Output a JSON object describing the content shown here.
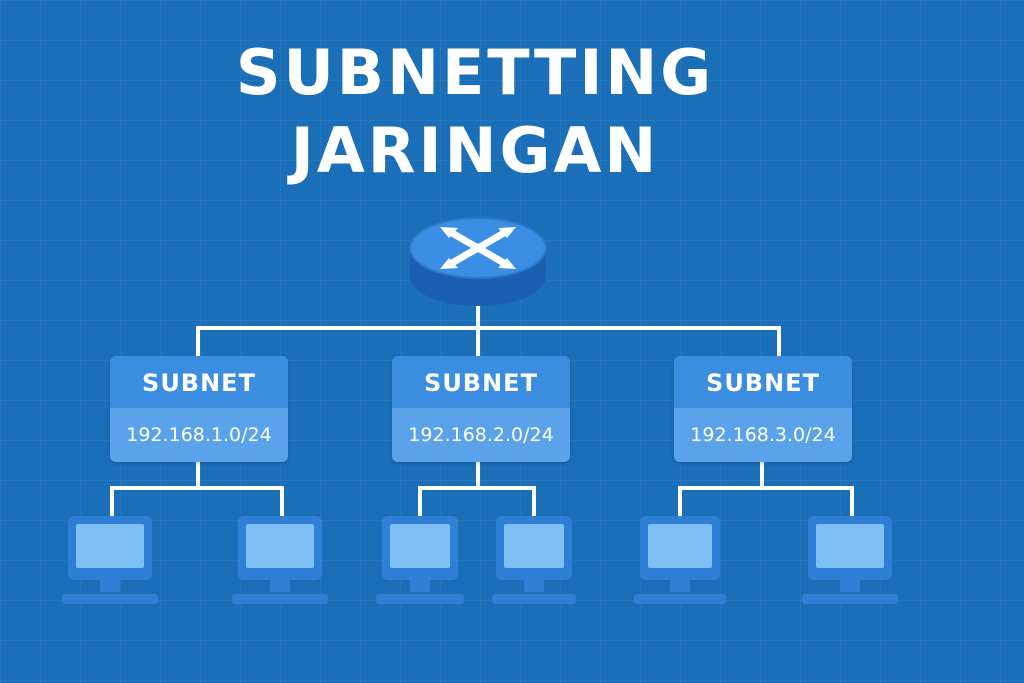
{
  "title": {
    "line1": "SUBNETTING",
    "line2": "JARINGAN"
  },
  "colors": {
    "background": "#1a6fb8",
    "line": "#ffffff",
    "router_top": "#3a8ee4",
    "router_side": "#1b5fb0",
    "subnet_header": "#3b8ddf",
    "subnet_body": "#5aa3ea",
    "monitor_screen": "#7cc0f4",
    "monitor_frame": "#2f7fd6"
  },
  "router": {
    "icon": "router-icon"
  },
  "subnets": [
    {
      "label": "SUBNET",
      "address": "192.168.1.0/24",
      "hosts": 2
    },
    {
      "label": "SUBNET",
      "address": "192.168.2.0/24",
      "hosts": 2
    },
    {
      "label": "SUBNET",
      "address": "192.168.3.0/24",
      "hosts": 2
    }
  ],
  "computer_icon": "computer-icon"
}
